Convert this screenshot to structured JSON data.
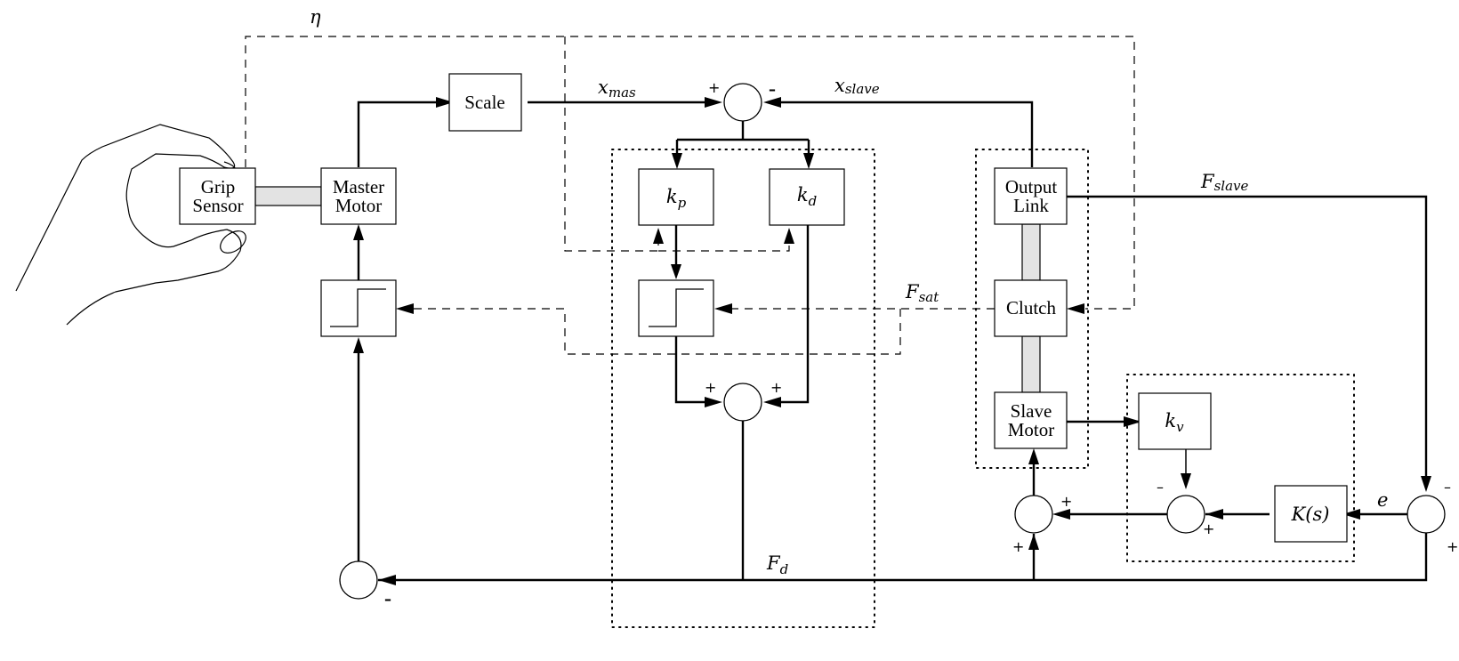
{
  "diagram": {
    "blocks": {
      "grip_sensor": [
        "Grip",
        "Sensor"
      ],
      "master_motor": [
        "Master",
        "Motor"
      ],
      "scale": "Scale",
      "kp": {
        "main": "k",
        "sub": "p"
      },
      "kd": {
        "main": "k",
        "sub": "d"
      },
      "kv": {
        "main": "k",
        "sub": "v"
      },
      "output_link": [
        "Output",
        "Link"
      ],
      "clutch": "Clutch",
      "slave_motor": [
        "Slave",
        "Motor"
      ],
      "controller": "K(s)"
    },
    "signals": {
      "eta": "η",
      "x_mas": {
        "main": "x",
        "sub": "mas"
      },
      "x_slave": {
        "main": "x",
        "sub": "slave"
      },
      "f_slave": {
        "main": "F",
        "sub": "slave"
      },
      "f_sat": {
        "main": "F",
        "sub": "sat"
      },
      "f_d": {
        "main": "F",
        "sub": "d"
      },
      "e": "e"
    },
    "signs": {
      "plus": "+",
      "minus": "–"
    }
  }
}
